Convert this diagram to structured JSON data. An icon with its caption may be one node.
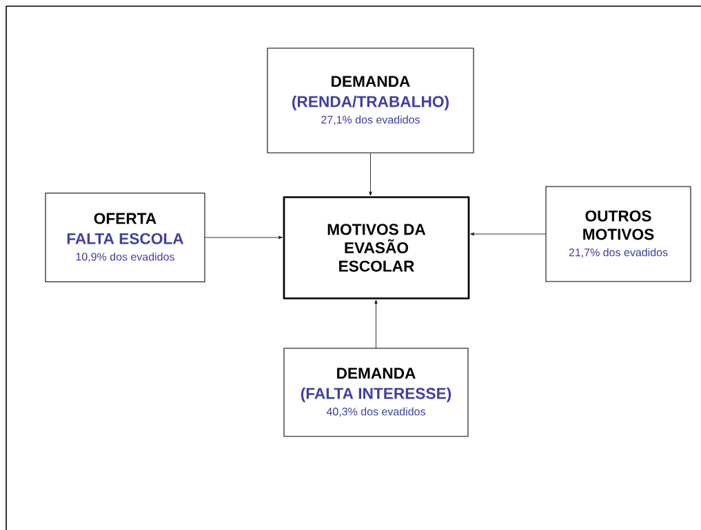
{
  "diagram": {
    "nodes": [
      {
        "text": [
          "DEMANDA",
          "(RENDA/TRABALHO)",
          "27,1% dos evadidos"
        ]
      },
      {
        "text": [
          "OFERTA",
          "FALTA ESCOLA",
          "10,9% dos evadidos"
        ]
      },
      {
        "text": [
          "MOTIVOS DA EVASÃO ESCOLAR"
        ]
      },
      {
        "text": [
          "OUTROS MOTIVOS",
          "21,7% dos evadidos"
        ]
      },
      {
        "text": [
          "DEMANDA",
          "(FALTA INTERESSE)",
          "40,3% dos evadidos"
        ]
      }
    ],
    "edges": [
      {
        "from": 0,
        "to": 2,
        "arrow": "to"
      },
      {
        "from": 1,
        "to": 2,
        "arrow": "to"
      },
      {
        "from": 3,
        "to": 2,
        "arrow": "to"
      },
      {
        "from": 4,
        "to": 2,
        "arrow": "to"
      }
    ]
  }
}
